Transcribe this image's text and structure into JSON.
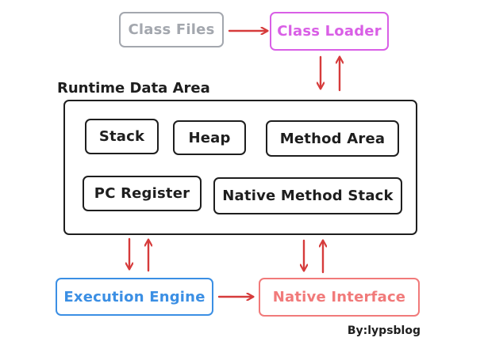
{
  "diagram": {
    "class_files": "Class Files",
    "class_loader": "Class Loader",
    "runtime_title": "Runtime Data Area",
    "stack": "Stack",
    "heap": "Heap",
    "method_area": "Method Area",
    "pc_register": "PC Register",
    "native_method_stack": "Native Method Stack",
    "execution_engine": "Execution Engine",
    "native_interface": "Native Interface",
    "author": "By:lypsblog"
  },
  "colors": {
    "class_files": "#a3a7ae",
    "class_loader": "#d95fe6",
    "runtime": "#1e1e1e",
    "execution_engine": "#3b8fe4",
    "native_interface": "#f17a7a",
    "arrow": "#d63b3b"
  }
}
